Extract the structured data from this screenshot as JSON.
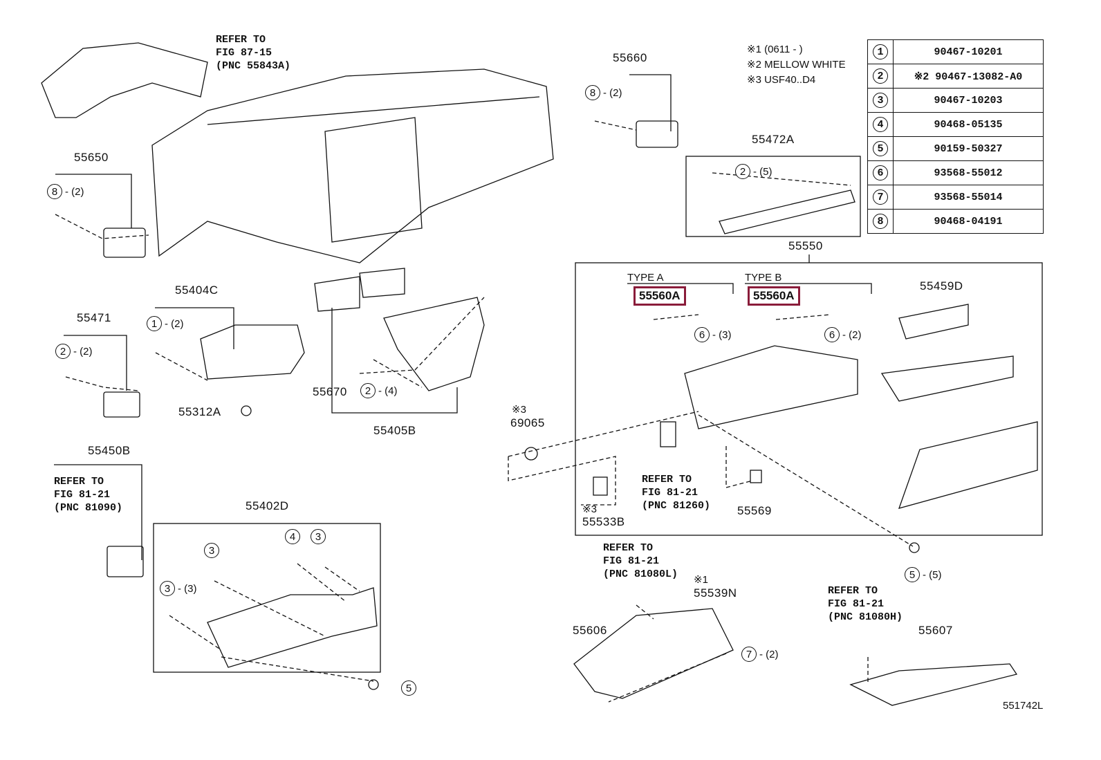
{
  "notes": {
    "n1": "※1 (0611 -        )",
    "n2": "※2 MELLOW WHITE",
    "n3": "※3 USF40..D4"
  },
  "legend": [
    {
      "num": "1",
      "part": "90467-10201"
    },
    {
      "num": "2",
      "part": "※2  90467-13082-A0"
    },
    {
      "num": "3",
      "part": "90467-10203"
    },
    {
      "num": "4",
      "part": "90468-05135"
    },
    {
      "num": "5",
      "part": "90159-50327"
    },
    {
      "num": "6",
      "part": "93568-55012"
    },
    {
      "num": "7",
      "part": "93568-55014"
    },
    {
      "num": "8",
      "part": "90468-04191"
    }
  ],
  "labels": {
    "refer_top": "REFER TO\nFIG 87-15\n(PNC 55843A)",
    "p55650": "55650",
    "p55660": "55660",
    "p55472A": "55472A",
    "p55550": "55550",
    "type_a": "TYPE A",
    "type_b": "TYPE B",
    "p55560A_a": "55560A",
    "p55560A_b": "55560A",
    "p55459D": "55459D",
    "p55404C": "55404C",
    "p55471": "55471",
    "p55312A": "55312A",
    "p55670": "55670",
    "p55405B": "55405B",
    "mark3_a": "※3",
    "p69065": "69065",
    "refer_81260": "REFER TO\nFIG 81-21\n(PNC 81260)",
    "mark3_b": "※3",
    "p55533B": "55533B",
    "p55569": "55569",
    "p55450B": "55450B",
    "refer_81090": "REFER TO\nFIG 81-21\n(PNC 81090)",
    "p55402D": "55402D",
    "refer_81080L": "REFER TO\nFIG 81-21\n(PNC 81080L)",
    "mark1": "※1",
    "p55539N": "55539N",
    "p55606": "55606",
    "refer_81080H": "REFER TO\nFIG 81-21\n(PNC 81080H)",
    "p55607": "55607",
    "fig_code": "551742L"
  },
  "callouts": {
    "c_55660": {
      "num": "8",
      "qty": "- (2)"
    },
    "c_55650": {
      "num": "8",
      "qty": "- (2)"
    },
    "c_55472A": {
      "num": "2",
      "qty": "- (5)"
    },
    "c_type_a": {
      "num": "6",
      "qty": "- (3)"
    },
    "c_type_b": {
      "num": "6",
      "qty": "- (2)"
    },
    "c_55404C": {
      "num": "1",
      "qty": "- (2)"
    },
    "c_55471": {
      "num": "2",
      "qty": "- (2)"
    },
    "c_55405B": {
      "num": "2",
      "qty": "- (4)"
    },
    "c_glove_screw": {
      "num": "5",
      "qty": "- (5)"
    },
    "c_55402D_a": {
      "num": "3",
      "qty": ""
    },
    "c_55402D_b": {
      "num": "4",
      "qty": ""
    },
    "c_55402D_c": {
      "num": "3",
      "qty": ""
    },
    "c_55402D_d": {
      "num": "3",
      "qty": "- (3)"
    },
    "c_55402D_e": {
      "num": "5",
      "qty": ""
    },
    "c_55606": {
      "num": "7",
      "qty": "- (2)"
    }
  }
}
